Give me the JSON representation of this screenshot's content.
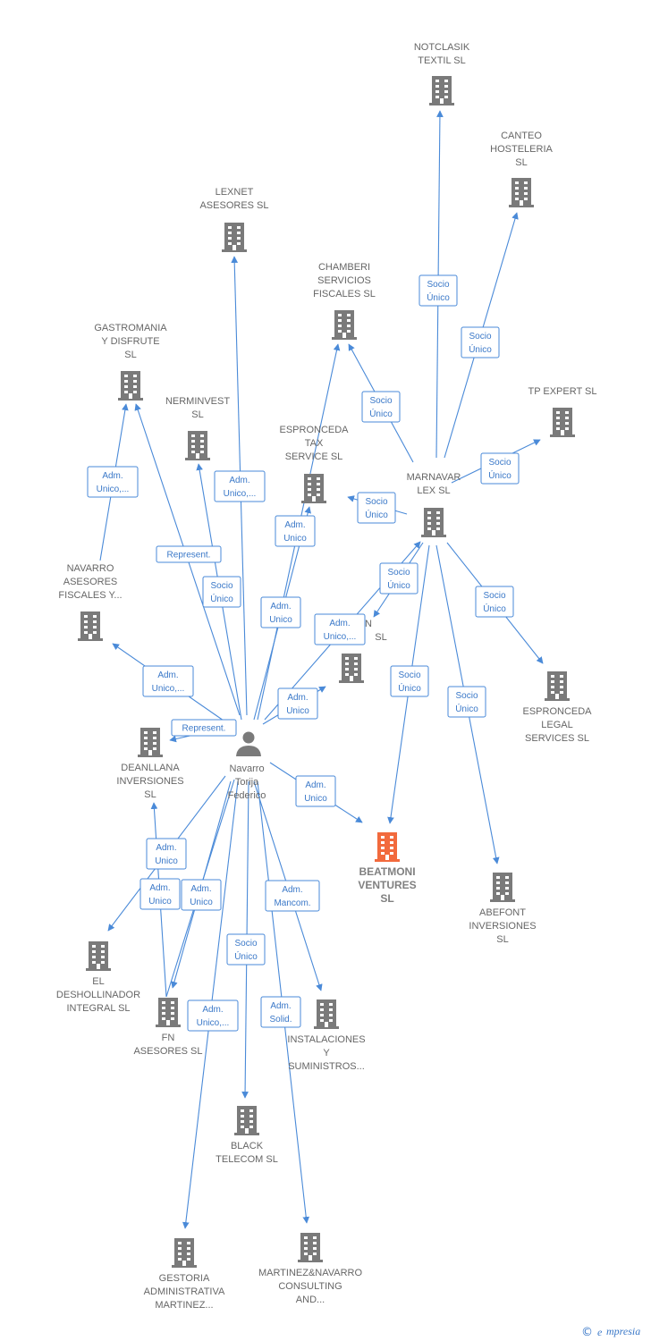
{
  "colors": {
    "edge": "#4a8ad8",
    "building": "#7a7a7a",
    "highlight": "#f26a3d",
    "person": "#7a7a7a"
  },
  "person": {
    "name": [
      "Navarro",
      "Torija",
      "Federico"
    ],
    "icon": "person-icon"
  },
  "companies": [
    {
      "id": "notclasik",
      "label": [
        "NOTCLASIK",
        "TEXTIL  SL"
      ]
    },
    {
      "id": "canteo",
      "label": [
        "CANTEO",
        "HOSTELERIA",
        "SL"
      ]
    },
    {
      "id": "lexnet",
      "label": [
        "LEXNET",
        "ASESORES  SL"
      ]
    },
    {
      "id": "chamberi",
      "label": [
        "CHAMBERI",
        "SERVICIOS",
        "FISCALES  SL"
      ]
    },
    {
      "id": "gastromania",
      "label": [
        "GASTROMANIA",
        "Y DISFRUTE",
        "SL"
      ]
    },
    {
      "id": "tpexpert",
      "label": [
        "TP EXPERT  SL"
      ]
    },
    {
      "id": "nerminvest",
      "label": [
        "NERMINVEST",
        "SL"
      ]
    },
    {
      "id": "espronceda-tax",
      "label": [
        "ESPRONCEDA",
        "TAX",
        "SERVICE  SL"
      ]
    },
    {
      "id": "marnavar",
      "label": [
        "MARNAVAR",
        "LEX  SL"
      ]
    },
    {
      "id": "navarro-asesores",
      "label": [
        "NAVARRO",
        "ASESORES",
        "FISCALES Y..."
      ]
    },
    {
      "id": "hidden-sl",
      "label": [
        "N",
        "SL"
      ]
    },
    {
      "id": "espronceda-legal",
      "label": [
        "ESPRONCEDA",
        "LEGAL",
        "SERVICES  SL"
      ]
    },
    {
      "id": "deanllana",
      "label": [
        "DEANLLANA",
        "INVERSIONES",
        "SL"
      ]
    },
    {
      "id": "beatmoni",
      "label": [
        "BEATMONI",
        "VENTURES",
        "SL"
      ],
      "highlight": true
    },
    {
      "id": "abefont",
      "label": [
        "ABEFONT",
        "INVERSIONES",
        "SL"
      ]
    },
    {
      "id": "deshollinador",
      "label": [
        "EL",
        "DESHOLLINADOR",
        "INTEGRAL SL"
      ]
    },
    {
      "id": "fn-asesores",
      "label": [
        "FN",
        "ASESORES SL"
      ]
    },
    {
      "id": "instalaciones",
      "label": [
        "INSTALACIONES",
        "Y",
        "SUMINISTROS..."
      ]
    },
    {
      "id": "black-telecom",
      "label": [
        "BLACK",
        "TELECOM SL"
      ]
    },
    {
      "id": "gestoria",
      "label": [
        "GESTORIA",
        "ADMINISTRATIVA",
        "MARTINEZ..."
      ]
    },
    {
      "id": "martinez-navarro",
      "label": [
        "MARTINEZ&NAVARRO",
        "CONSULTING",
        "AND..."
      ]
    }
  ],
  "relations": [
    {
      "id": "r-notclasik",
      "text": [
        "Socio",
        "Único"
      ]
    },
    {
      "id": "r-canteo",
      "text": [
        "Socio",
        "Único"
      ]
    },
    {
      "id": "r-chamberi",
      "text": [
        "Socio",
        "Único"
      ]
    },
    {
      "id": "r-tpexpert",
      "text": [
        "Socio",
        "Único"
      ]
    },
    {
      "id": "r-esptax",
      "text": [
        "Socio",
        "Único"
      ]
    },
    {
      "id": "r-mar-hidden",
      "text": [
        "Socio",
        "Único"
      ]
    },
    {
      "id": "r-esplegal",
      "text": [
        "Socio",
        "Único"
      ]
    },
    {
      "id": "r-beat-mar",
      "text": [
        "Socio",
        "Único"
      ]
    },
    {
      "id": "r-abefont",
      "text": [
        "Socio",
        "Único"
      ]
    },
    {
      "id": "r-lexnet",
      "text": [
        "Adm.",
        "Unico,..."
      ]
    },
    {
      "id": "r-gastro-nav",
      "text": [
        "Adm.",
        "Unico,..."
      ]
    },
    {
      "id": "r-gastro-rep",
      "text": [
        "Represent."
      ]
    },
    {
      "id": "r-nerminvest",
      "text": [
        "Socio",
        "Único"
      ]
    },
    {
      "id": "r-p-esptax",
      "text": [
        "Adm.",
        "Unico"
      ]
    },
    {
      "id": "r-p-chamberi",
      "text": [
        "Adm.",
        "Unico"
      ]
    },
    {
      "id": "r-p-marnavar",
      "text": [
        "Adm.",
        "Unico,..."
      ]
    },
    {
      "id": "r-p-hidden",
      "text": [
        "Adm.",
        "Unico"
      ]
    },
    {
      "id": "r-p-navarro",
      "text": [
        "Adm.",
        "Unico,..."
      ]
    },
    {
      "id": "r-p-deanllana",
      "text": [
        "Represent."
      ]
    },
    {
      "id": "r-p-beatmoni",
      "text": [
        "Adm.",
        "Unico"
      ]
    },
    {
      "id": "r-p-deshol",
      "text": [
        "Adm.",
        "Unico"
      ]
    },
    {
      "id": "r-p-deanllana2",
      "text": [
        "Adm.",
        "Unico"
      ]
    },
    {
      "id": "r-p-fn",
      "text": [
        "Adm.",
        "Unico"
      ]
    },
    {
      "id": "r-p-instal",
      "text": [
        "Adm.",
        "Mancom."
      ]
    },
    {
      "id": "r-p-black",
      "text": [
        "Socio",
        "Único"
      ]
    },
    {
      "id": "r-p-gestoria",
      "text": [
        "Adm.",
        "Unico,..."
      ]
    },
    {
      "id": "r-p-martinez",
      "text": [
        "Adm.",
        "Solid."
      ]
    }
  ],
  "watermark": {
    "symbol": "©",
    "brand": "mpresia",
    "initial": "e"
  }
}
